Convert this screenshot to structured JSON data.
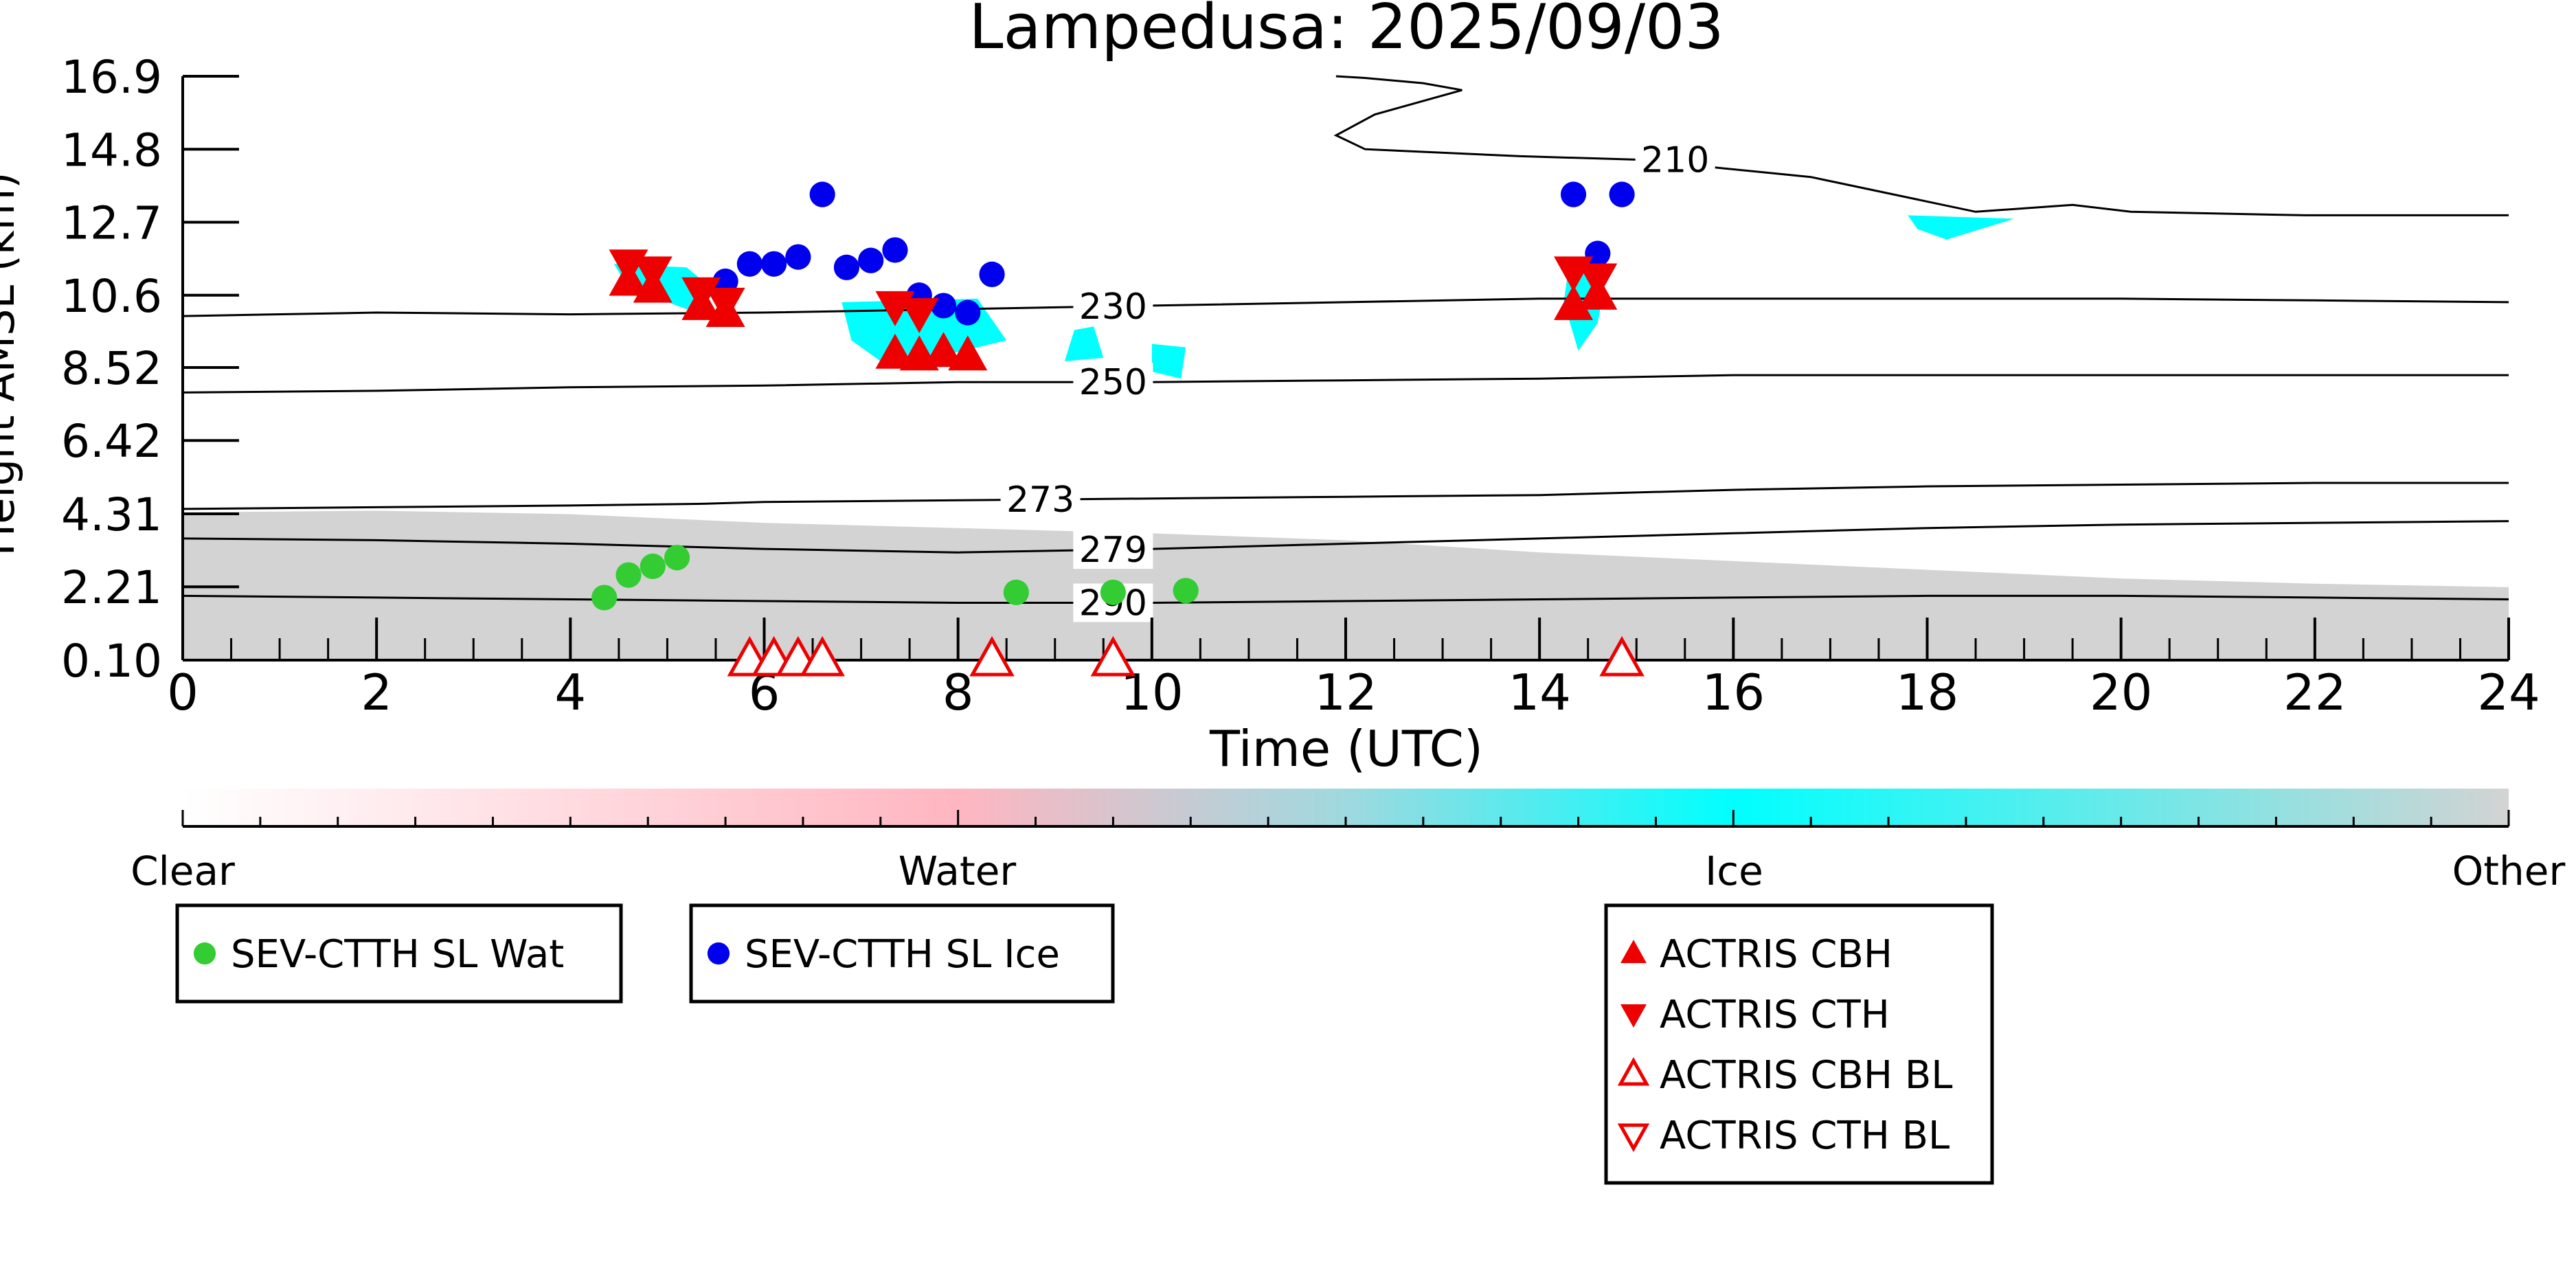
{
  "chart_data": {
    "type": "scatter",
    "title": "Lampedusa: 2025/09/03",
    "xlabel": "Time (UTC)",
    "ylabel": "Height AMSL (km)",
    "xlim": [
      0,
      24
    ],
    "ylim": [
      0.1,
      16.9
    ],
    "x_ticks": [
      "0",
      "2",
      "4",
      "6",
      "8",
      "10",
      "12",
      "14",
      "16",
      "18",
      "20",
      "22",
      "24"
    ],
    "y_ticks": [
      "16.9",
      "14.8",
      "12.7",
      "10.6",
      "8.52",
      "6.42",
      "4.31",
      "2.21",
      "0.10"
    ],
    "grid": false,
    "colorbar": {
      "labels": [
        "Clear",
        "Water",
        "Ice",
        "Other"
      ],
      "colors": [
        "#ffffff",
        "#ffb6c1",
        "#00ffff",
        "#d3d3d3"
      ]
    },
    "contours": [
      {
        "label": "210",
        "x": [
          11.9,
          12.2,
          12.8,
          13.2,
          12.3,
          11.9,
          12.2,
          13.8,
          15.0,
          16.8,
          18.5,
          19.5,
          20.1,
          21.9,
          24
        ],
        "y": [
          16.9,
          16.85,
          16.7,
          16.5,
          15.8,
          15.2,
          14.8,
          14.6,
          14.5,
          14.0,
          13.0,
          13.2,
          13.0,
          12.9,
          12.9
        ]
      },
      {
        "label": "230",
        "x": [
          0,
          2,
          4,
          6,
          8,
          10,
          12,
          14,
          16,
          18,
          20,
          22,
          24
        ],
        "y": [
          10.0,
          10.1,
          10.05,
          10.1,
          10.2,
          10.3,
          10.4,
          10.5,
          10.5,
          10.5,
          10.5,
          10.45,
          10.4
        ]
      },
      {
        "label": "250",
        "x": [
          0,
          2,
          4,
          6,
          8,
          10,
          12,
          14,
          16,
          18,
          20,
          22,
          24
        ],
        "y": [
          7.8,
          7.85,
          7.95,
          8.0,
          8.1,
          8.1,
          8.15,
          8.2,
          8.3,
          8.3,
          8.3,
          8.3,
          8.3
        ]
      },
      {
        "label": "273",
        "x": [
          0,
          2,
          4,
          5.4,
          6,
          8,
          10,
          12,
          14,
          16,
          18,
          20,
          22,
          24
        ],
        "y": [
          4.45,
          4.5,
          4.55,
          4.6,
          4.65,
          4.7,
          4.75,
          4.8,
          4.85,
          5.0,
          5.1,
          5.15,
          5.2,
          5.2
        ]
      },
      {
        "label": "279",
        "x": [
          0,
          2,
          4,
          6,
          8,
          10,
          12,
          14,
          16,
          18,
          20,
          22,
          24
        ],
        "y": [
          3.6,
          3.55,
          3.45,
          3.3,
          3.2,
          3.3,
          3.45,
          3.6,
          3.75,
          3.9,
          4.0,
          4.05,
          4.1
        ]
      },
      {
        "label": "290",
        "x": [
          0,
          2,
          4,
          6,
          8,
          10,
          12,
          14,
          16,
          18,
          20,
          22,
          24
        ],
        "y": [
          1.95,
          1.9,
          1.85,
          1.8,
          1.75,
          1.75,
          1.8,
          1.85,
          1.9,
          1.95,
          1.95,
          1.9,
          1.85
        ]
      }
    ],
    "series": [
      {
        "name": "SEV-CTTH SL Wat",
        "marker": "circle",
        "color": "#33cc33",
        "x": [
          4.35,
          4.6,
          4.85,
          5.1,
          8.6,
          9.6,
          10.35
        ],
        "y": [
          1.9,
          2.55,
          2.8,
          3.05,
          2.05,
          2.05,
          2.1
        ]
      },
      {
        "name": "SEV-CTTH SL Ice",
        "marker": "circle",
        "color": "#0000ee",
        "x": [
          5.6,
          5.85,
          6.1,
          6.35,
          6.6,
          6.85,
          7.1,
          7.35,
          7.6,
          7.85,
          8.1,
          8.35,
          14.35,
          14.6,
          14.85
        ],
        "y": [
          11.0,
          11.5,
          11.5,
          11.7,
          13.5,
          11.4,
          11.6,
          11.9,
          10.6,
          10.3,
          10.1,
          11.2,
          13.5,
          11.8,
          13.5
        ]
      },
      {
        "name": "ACTRIS CBH",
        "marker": "triangle-up",
        "filled": true,
        "color": "#ee0000",
        "x": [
          4.6,
          4.85,
          5.35,
          5.6,
          7.35,
          7.6,
          7.85,
          8.1,
          14.35,
          14.6
        ],
        "y": [
          11.0,
          10.8,
          10.3,
          10.1,
          8.9,
          8.85,
          8.95,
          8.85,
          10.3,
          10.6
        ]
      },
      {
        "name": "ACTRIS CTH",
        "marker": "triangle-down",
        "filled": true,
        "color": "#ee0000",
        "x": [
          4.6,
          4.85,
          5.35,
          5.6,
          7.35,
          7.6,
          14.35,
          14.6
        ],
        "y": [
          11.5,
          11.3,
          10.7,
          10.4,
          10.3,
          10.1,
          11.3,
          11.1
        ]
      },
      {
        "name": "ACTRIS CBH BL",
        "marker": "triangle-up",
        "filled": false,
        "color": "#ee0000",
        "x": [
          5.85,
          6.1,
          6.35,
          6.6,
          8.35,
          9.6,
          14.85
        ],
        "y": [
          0.1,
          0.1,
          0.1,
          0.1,
          0.1,
          0.1,
          0.1
        ]
      },
      {
        "name": "ACTRIS CTH BL",
        "marker": "triangle-down",
        "filled": false,
        "color": "#ee0000",
        "x": [],
        "y": []
      }
    ],
    "legend": [
      {
        "items": [
          "SEV-CTTH SL Wat"
        ],
        "placement": "bottom-left"
      },
      {
        "items": [
          "SEV-CTTH SL Ice"
        ],
        "placement": "bottom-left"
      },
      {
        "items": [
          "ACTRIS CBH",
          "ACTRIS CTH",
          "ACTRIS CBH BL",
          "ACTRIS CTH BL"
        ],
        "placement": "bottom-center"
      }
    ],
    "region_colors": {
      "ice": "#00ffff",
      "other": "#d3d3d3",
      "water": "#ffb6c1"
    }
  }
}
